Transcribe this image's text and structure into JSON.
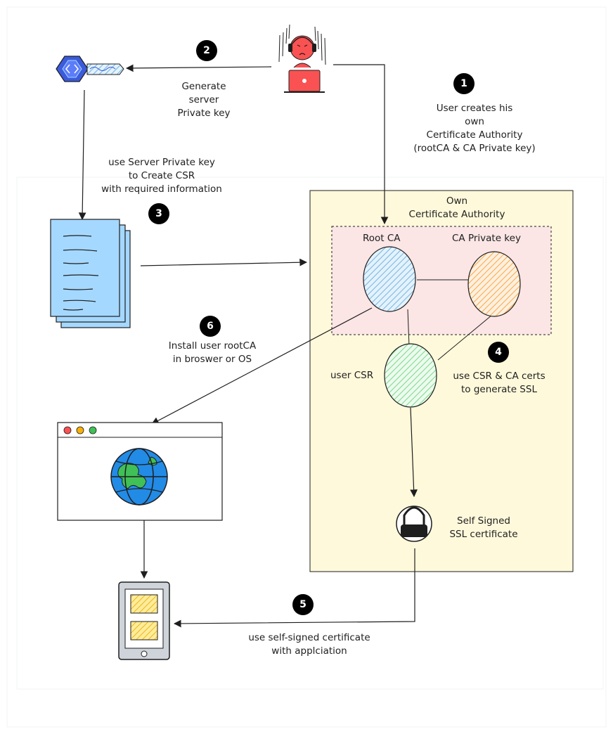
{
  "steps": {
    "s1": {
      "badge": "1",
      "text": [
        "User creates his",
        "own",
        "Certificate Authority",
        "(rootCA & CA Private key)"
      ]
    },
    "s2": {
      "badge": "2",
      "text": [
        "Generate",
        "server",
        "Private key"
      ]
    },
    "s3": {
      "badge": "3",
      "text": [
        "use Server Private key",
        "to Create CSR",
        "with required information"
      ]
    },
    "s4": {
      "badge": "4",
      "text": [
        "use CSR & CA certs",
        "to generate SSL"
      ]
    },
    "s5": {
      "badge": "5",
      "text": [
        "use self-signed certificate",
        "with applciation"
      ]
    },
    "s6": {
      "badge": "6",
      "text": [
        "Install user rootCA",
        "in broswer or OS"
      ]
    }
  },
  "ca_box": {
    "title": [
      "Own",
      "Certificate Authority"
    ]
  },
  "nodes": {
    "root_ca": "Root CA",
    "ca_private_key": "CA Private key",
    "user_csr": "user CSR",
    "ssl_cert": [
      "Self Signed",
      "SSL certificate"
    ]
  },
  "colors": {
    "ca_box_fill": "#fff9db",
    "inner_box_fill": "#fbe5e5",
    "root_ca": "#a5d8ff",
    "ca_key": "#ffc078",
    "csr": "#b2f2bb",
    "user_red": "#fa5252",
    "doc_blue": "#a5d8ff",
    "globe_blue": "#228be6",
    "globe_green": "#40c057",
    "phone_fill": "#ced4da",
    "phone_screen": "#ffec99"
  },
  "icons": [
    "user-icon",
    "key-icon",
    "document-stack-icon",
    "browser-window-icon",
    "globe-icon",
    "phone-icon",
    "padlock-icon"
  ]
}
